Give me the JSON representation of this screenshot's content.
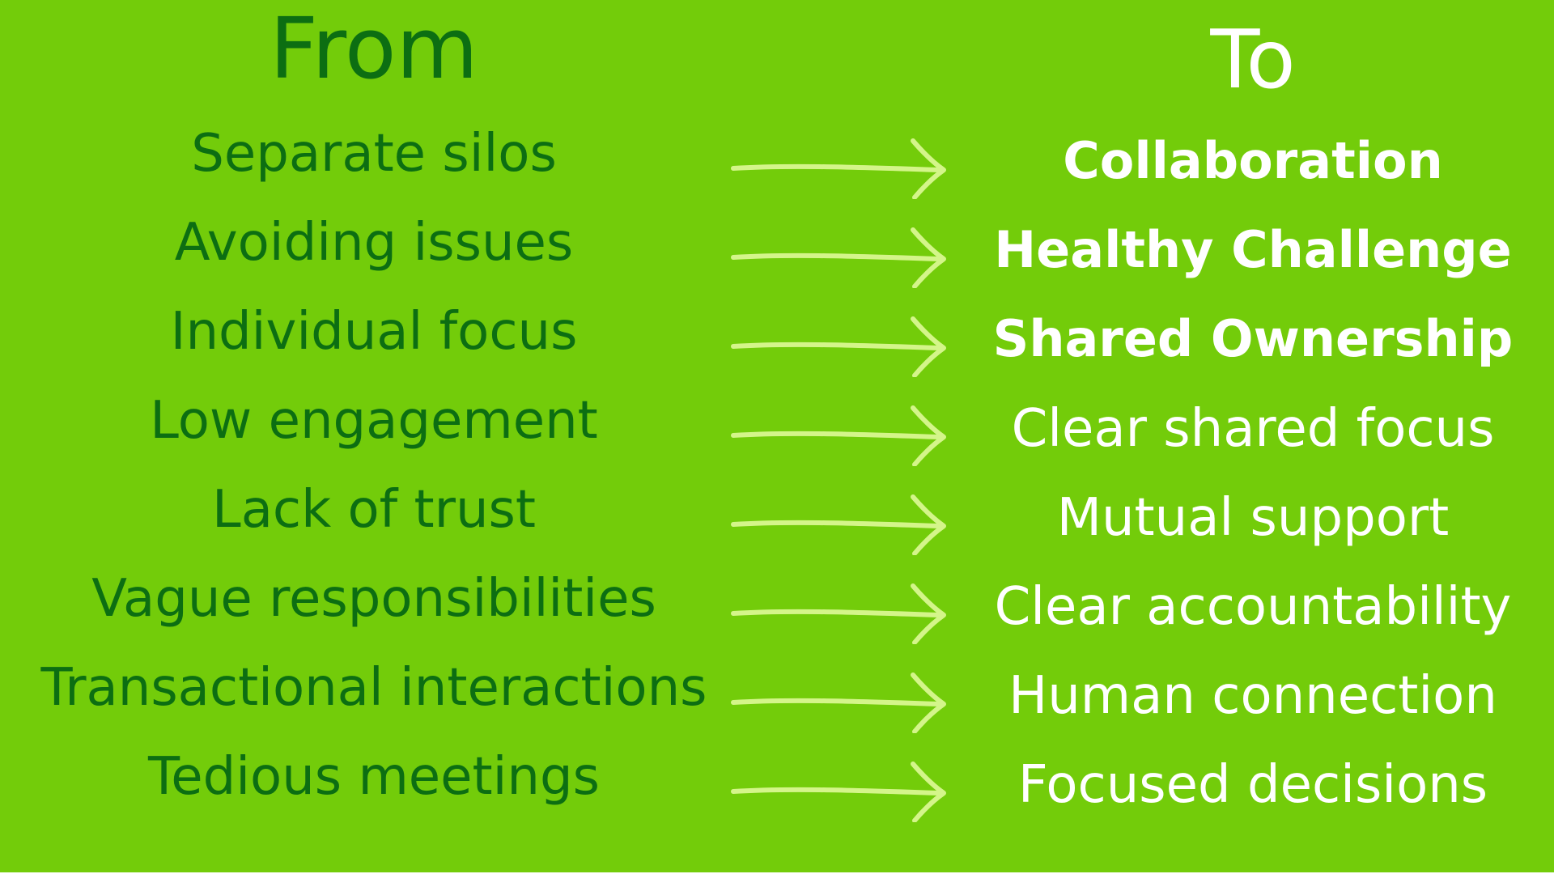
{
  "headings": {
    "from": "From",
    "to": "To"
  },
  "colors": {
    "background": "#73cc0a",
    "from_text": "#0c6e12",
    "to_text": "#ffffff",
    "arrow": "#d4f58a"
  },
  "rows": [
    {
      "from": "Separate silos",
      "to": "Collaboration",
      "to_bold": true
    },
    {
      "from": "Avoiding issues",
      "to": "Healthy Challenge",
      "to_bold": true
    },
    {
      "from": "Individual focus",
      "to": "Shared Ownership",
      "to_bold": true
    },
    {
      "from": "Low engagement",
      "to": "Clear shared focus",
      "to_bold": false
    },
    {
      "from": "Lack of trust",
      "to": "Mutual support",
      "to_bold": false
    },
    {
      "from": "Vague responsibilities",
      "to": "Clear accountability",
      "to_bold": false
    },
    {
      "from": "Transactional interactions",
      "to": "Human connection",
      "to_bold": false
    },
    {
      "from": "Tedious meetings",
      "to": "Focused decisions",
      "to_bold": false
    }
  ],
  "arrow_icon": "right-arrow-icon"
}
